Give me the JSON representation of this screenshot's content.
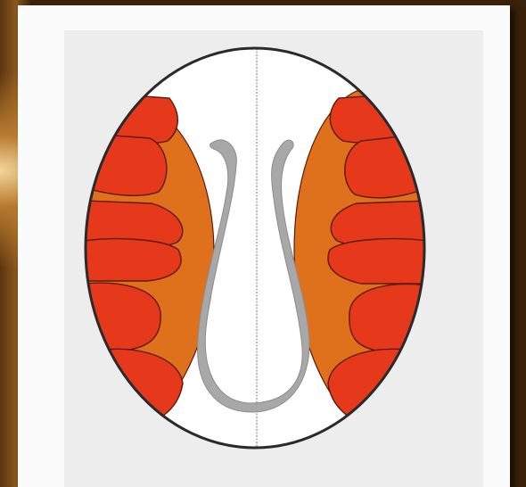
{
  "image": {
    "description_none": ""
  },
  "diagram": {
    "colors": {
      "outer_outline": "#2a2a2a",
      "background_fill": "#ffffff",
      "midline": "#9a9a9a",
      "orange_region": "#e0711c",
      "red_lobes": "#e6391c",
      "lobe_outline": "#5a1a0a",
      "loop_structure": "#a8a8a8"
    },
    "icons": [
      "oval-outline-shape",
      "left-orange-region",
      "right-orange-region",
      "central-loop-shape"
    ]
  }
}
